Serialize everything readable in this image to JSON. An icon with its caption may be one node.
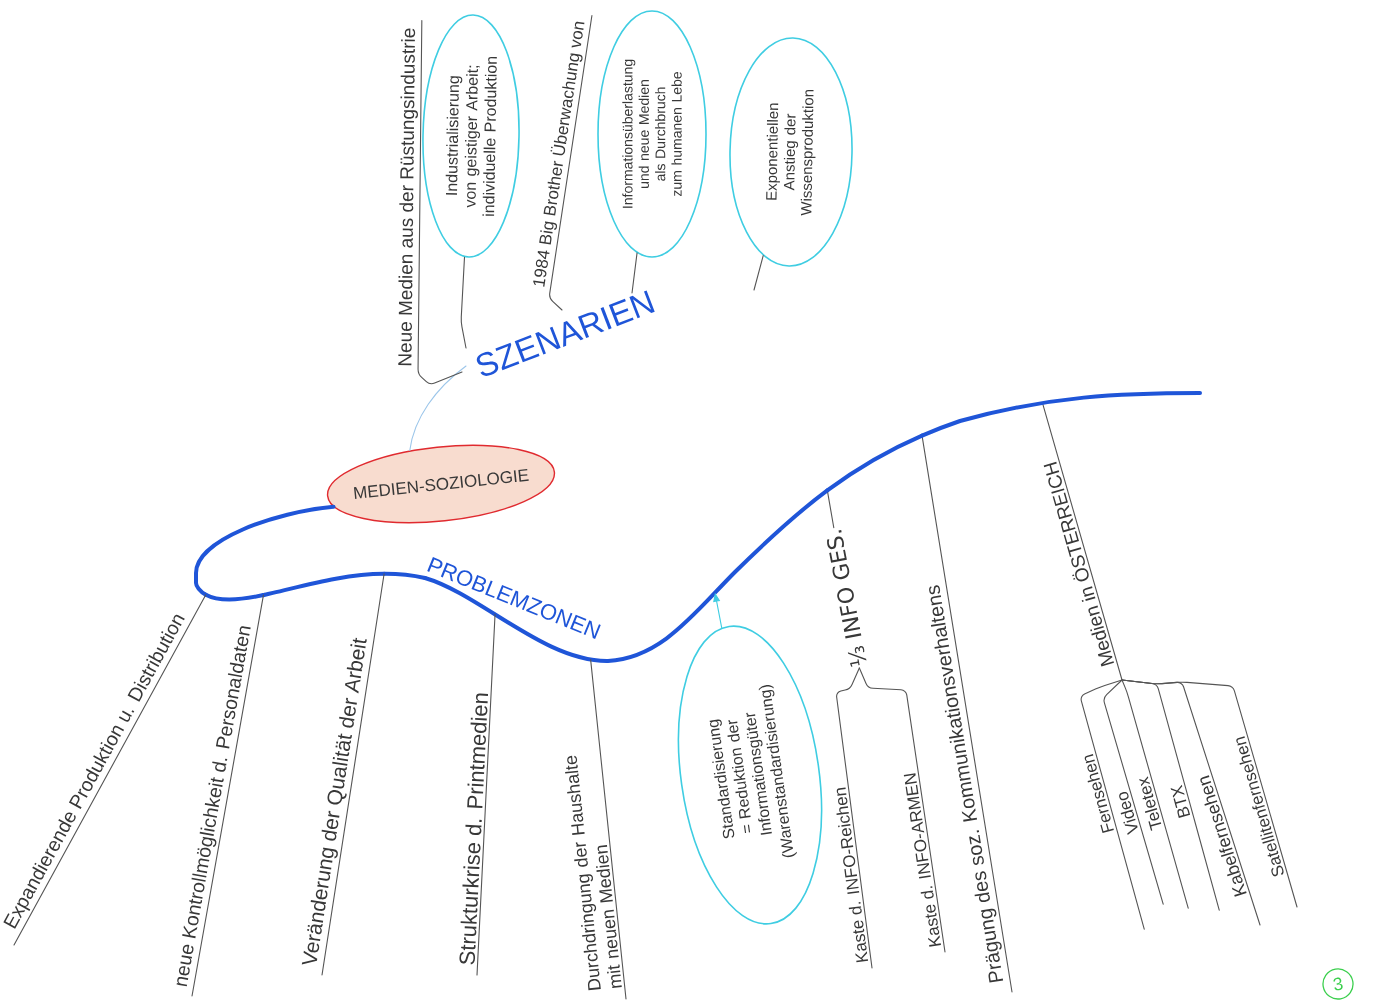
{
  "diagram": {
    "nodes": [
      {
        "text": [
          "MEDIEN-SOZIOLOGIE"
        ]
      },
      {
        "text": [
          "SZENARIEN"
        ]
      },
      {
        "text": [
          "Neue Medien aus der Rüstungsindustrie"
        ]
      },
      {
        "text": [
          "Industrialisierung von geistiger Arbeit; individuelle Produktion"
        ]
      },
      {
        "text": [
          "1984 Big Brother Überwachung von"
        ]
      },
      {
        "text": [
          "Informationsüberlastung und neue Medien als Durchbruch zum humanen Lebe"
        ]
      },
      {
        "text": [
          "Exponentiellen Anstieg der Wissensproduktion"
        ]
      },
      {
        "text": [
          "PROBLEMZONEN"
        ]
      },
      {
        "text": [
          "Expandierende Produktion u. Distribution"
        ]
      },
      {
        "text": [
          "neue Kontrollmöglichkeit d. Personaldaten"
        ]
      },
      {
        "text": [
          "Veränderung der Qualität der Arbeit"
        ]
      },
      {
        "text": [
          "Strukturkrise d. Printmedien"
        ]
      },
      {
        "text": [
          "Durchdringung der Haushalte mit neuen Medien"
        ]
      },
      {
        "text": [
          "Standardisierung = Reduktion der Informationsgüter (Warenstandardisierung)"
        ]
      },
      {
        "text": [
          "⅓ INFO GES."
        ]
      },
      {
        "text": [
          "Kaste d. INFO-Reichen"
        ]
      },
      {
        "text": [
          "Kaste d. INFO-ARMEN"
        ]
      },
      {
        "text": [
          "Prägung des soz. Kommunikationsverhaltens"
        ]
      },
      {
        "text": [
          "Medien in ÖSTERREICH"
        ]
      },
      {
        "text": [
          "Fernsehen"
        ]
      },
      {
        "text": [
          "Video"
        ]
      },
      {
        "text": [
          "Teletex"
        ]
      },
      {
        "text": [
          "BTX"
        ]
      },
      {
        "text": [
          "Kabelfernsehen"
        ]
      },
      {
        "text": [
          "Satellitenfernsehen"
        ]
      }
    ],
    "edges": [
      {
        "from": 0,
        "to": 1,
        "arrow": "none",
        "color": "#9cc6ea"
      },
      {
        "from": 0,
        "to": 7,
        "arrow": "none",
        "style": "thick",
        "color": "#1f55d8"
      },
      {
        "from": 1,
        "to": 2,
        "arrow": "none"
      },
      {
        "from": 1,
        "to": 3,
        "arrow": "none"
      },
      {
        "from": 1,
        "to": 4,
        "arrow": "none"
      },
      {
        "from": 1,
        "to": 5,
        "arrow": "none"
      },
      {
        "from": null,
        "to": 6,
        "arrow": "none"
      },
      {
        "from": 7,
        "to": 8,
        "arrow": "none"
      },
      {
        "from": 7,
        "to": 9,
        "arrow": "none"
      },
      {
        "from": 7,
        "to": 10,
        "arrow": "none"
      },
      {
        "from": 7,
        "to": 11,
        "arrow": "none"
      },
      {
        "from": 7,
        "to": 12,
        "arrow": "none"
      },
      {
        "from": 13,
        "to": 7,
        "arrow": "to",
        "color": "#3fcde2"
      },
      {
        "from": 7,
        "to": 14,
        "arrow": "none"
      },
      {
        "from": 14,
        "to": 15,
        "arrow": "none"
      },
      {
        "from": 14,
        "to": 16,
        "arrow": "none"
      },
      {
        "from": 7,
        "to": 17,
        "arrow": "none"
      },
      {
        "from": 7,
        "to": 18,
        "arrow": "none"
      },
      {
        "from": 18,
        "to": 19,
        "arrow": "none"
      },
      {
        "from": 18,
        "to": 20,
        "arrow": "none"
      },
      {
        "from": 18,
        "to": 21,
        "arrow": "none"
      },
      {
        "from": 18,
        "to": 22,
        "arrow": "none"
      },
      {
        "from": 18,
        "to": 23,
        "arrow": "none"
      },
      {
        "from": 18,
        "to": 24,
        "arrow": "none"
      }
    ],
    "labels": [
      "3"
    ]
  }
}
